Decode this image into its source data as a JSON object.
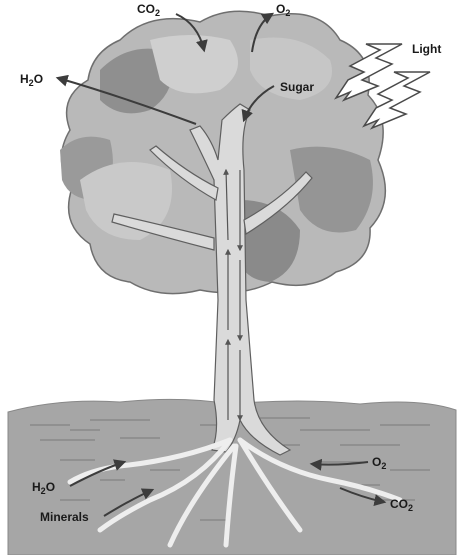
{
  "labels": {
    "co2_top": {
      "base": "CO",
      "sub": "2"
    },
    "o2_top": {
      "base": "O",
      "sub": "2"
    },
    "h2o_leaf": {
      "base": "H",
      "sub": "2",
      "tail": "O"
    },
    "light": "Light",
    "sugar": "Sugar",
    "h2o_root": {
      "base": "H",
      "sub": "2",
      "tail": "O"
    },
    "minerals": "Minerals",
    "o2_root": {
      "base": "O",
      "sub": "2"
    },
    "co2_root": {
      "base": "CO",
      "sub": "2"
    }
  },
  "colors": {
    "canopy_light": "#bdbdbd",
    "canopy_mid": "#a8a8a8",
    "canopy_dark": "#8c8c8c",
    "trunk": "#d9d9d9",
    "soil": "#a3a3a3",
    "arrow": "#4a4a4a"
  }
}
